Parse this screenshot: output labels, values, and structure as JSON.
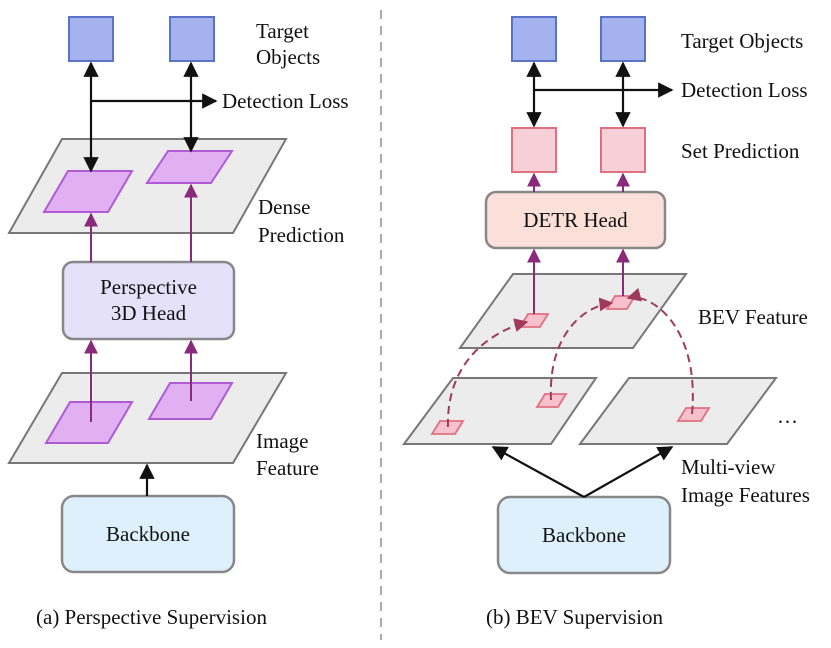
{
  "panel_a": {
    "target_objects": "Target\nObjects",
    "detection_loss": "Detection Loss",
    "dense_prediction": "Dense\nPrediction",
    "head": "Perspective\n3D Head",
    "image_feature": "Image\nFeature",
    "backbone": "Backbone",
    "caption": "(a) Perspective Supervision"
  },
  "panel_b": {
    "target_objects": "Target Objects",
    "detection_loss": "Detection Loss",
    "set_prediction": "Set Prediction",
    "head": "DETR Head",
    "bev_feature": "BEV Feature",
    "ellipsis": "…",
    "multi_view": "Multi-view\nImage Features",
    "backbone": "Backbone",
    "caption": "(b) BEV Supervision"
  },
  "colors": {
    "target": "#a4b3f0",
    "target_border": "#5b73c7",
    "plane": "#ececec",
    "plane_border": "#777777",
    "dense_cell": "#e0b0f2",
    "dense_border": "#b05ad6",
    "head_a": "#e5e1fb",
    "head_b": "#fbe0d9",
    "backbone": "#ddf0fb",
    "set_pred": "#f6d0d6",
    "set_border": "#e07080",
    "arrow_purple": "#8a2a7a",
    "dashed": "#a03a5a"
  }
}
